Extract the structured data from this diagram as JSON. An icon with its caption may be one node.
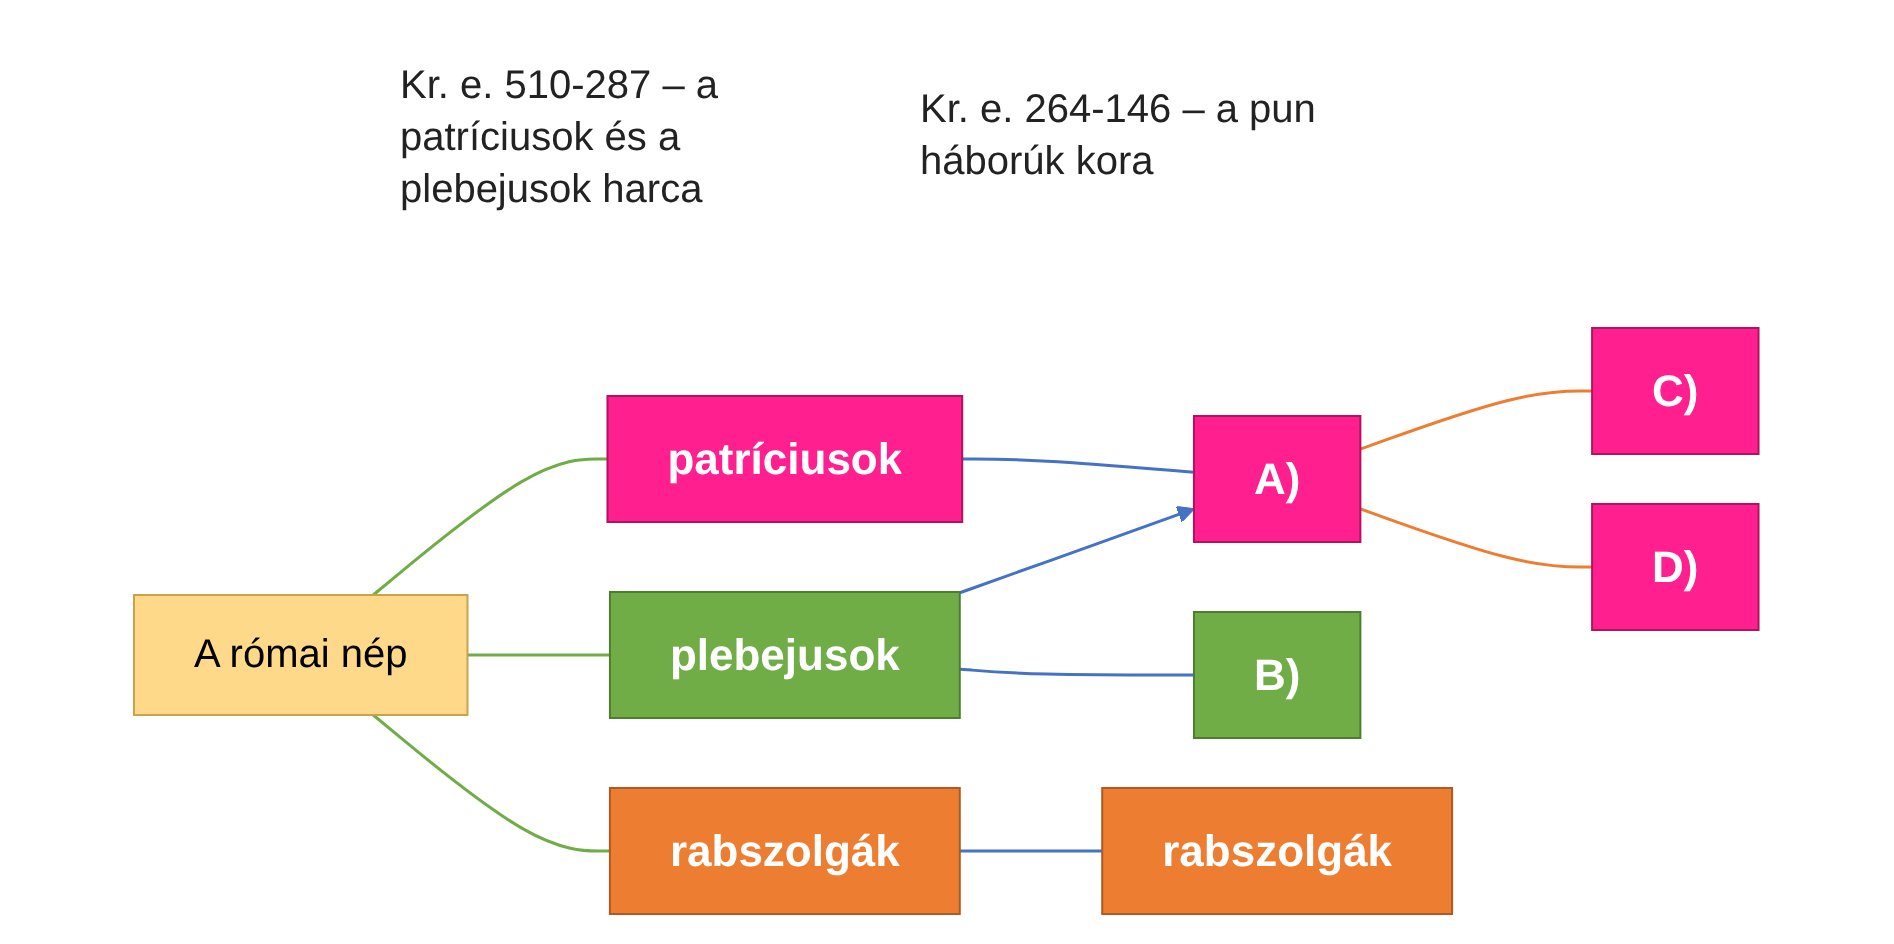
{
  "diagram": {
    "nodes": [
      {
        "text": [
          "A római nép"
        ]
      },
      {
        "text": [
          "patríciusok"
        ]
      },
      {
        "text": [
          "plebejusok"
        ]
      },
      {
        "text": [
          "rabszolgák"
        ]
      },
      {
        "text": [
          "A)"
        ]
      },
      {
        "text": [
          "B)"
        ]
      },
      {
        "text": [
          "rabszolgák"
        ]
      },
      {
        "text": [
          "C)"
        ]
      },
      {
        "text": [
          "D)"
        ]
      }
    ],
    "edges": [
      {
        "from": 0,
        "to": 1,
        "arrow": "none",
        "color": "#70ad47"
      },
      {
        "from": 0,
        "to": 2,
        "arrow": "none",
        "color": "#70ad47"
      },
      {
        "from": 0,
        "to": 3,
        "arrow": "none",
        "color": "#70ad47"
      },
      {
        "from": 1,
        "to": 4,
        "arrow": "none"
      },
      {
        "from": 2,
        "to": 4,
        "arrow": "to"
      },
      {
        "from": 2,
        "to": 5,
        "arrow": "none"
      },
      {
        "from": 3,
        "to": 6,
        "arrow": "none"
      },
      {
        "from": 4,
        "to": 7,
        "arrow": "none",
        "color": "#ed7d31"
      },
      {
        "from": 4,
        "to": 8,
        "arrow": "none",
        "color": "#ed7d31"
      }
    ],
    "labels": [
      "Kr. e. 510-287 – a patríciusok és a plebejusok harca",
      "Kr. e. 264-146 – a pun háborúk kora"
    ]
  }
}
